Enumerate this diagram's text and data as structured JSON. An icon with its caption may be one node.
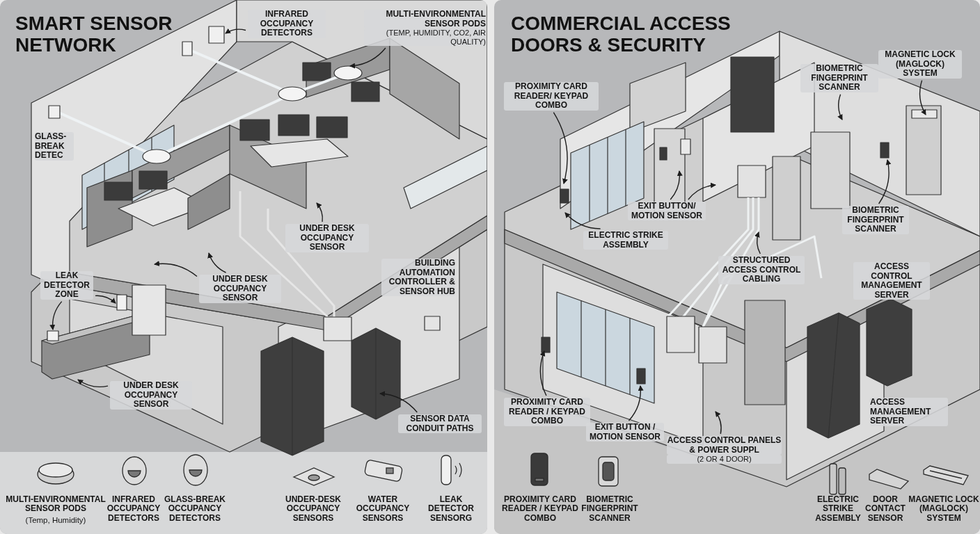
{
  "diagram": {
    "nodes": [
      {
        "text": [
          "SMART SENSOR NETWORK"
        ]
      },
      {
        "text": [
          "INFRARED OCCUPANCY DETECTORS"
        ],
        "in": 0
      },
      {
        "text": [
          "MULTI-ENVIRONMENTAL SENSOR PODS",
          "(TEMP, HUMIDITY, CO2, AIR QUALITY)"
        ],
        "in": 0
      },
      {
        "text": [
          "GLASS-BREAK DETEC"
        ],
        "in": 0
      },
      {
        "text": [
          "UNDER DESK OCCUPANCY SENSOR"
        ],
        "in": 0
      },
      {
        "text": [
          "UNDER DESK OCCUPANCY SENSOR"
        ],
        "in": 0
      },
      {
        "text": [
          "LEAK DETECTOR ZONE"
        ],
        "in": 0
      },
      {
        "text": [
          "BUILDING AUTOMATION CONTROLLER & SENSOR HUB"
        ],
        "in": 0
      },
      {
        "text": [
          "UNDER DESK OCCUPANCY SENSOR"
        ],
        "in": 0
      },
      {
        "text": [
          "SENSOR DATA CONDUIT PATHS"
        ],
        "in": 0
      },
      {
        "text": [
          "COMMERCIAL ACCESS DOORS & SECURITY"
        ]
      },
      {
        "text": [
          "PROXIMITY CARD READER/ KEYPAD COMBO"
        ],
        "in": 10
      },
      {
        "text": [
          "BIOMETRIC FINGERPRINT SCANNER"
        ],
        "in": 10
      },
      {
        "text": [
          "MAGNETIC LOCK (MAGLOCK) SYSTEM"
        ],
        "in": 10
      },
      {
        "text": [
          "EXIT BUTTON/ MOTION SENSOR"
        ],
        "in": 10
      },
      {
        "text": [
          "ELECTRIC STRIKE ASSEMBLY"
        ],
        "in": 10
      },
      {
        "text": [
          "BIOMETRIC FINGERPRINT SCANNER"
        ],
        "in": 10
      },
      {
        "text": [
          "STRUCTURED ACCESS CONTROL CABLING"
        ],
        "in": 10
      },
      {
        "text": [
          "ACCESS CONTROL MANAGEMENT SERVER"
        ],
        "in": 10
      },
      {
        "text": [
          "PROXIMITY CARD READER / KEYPAD COMBO"
        ],
        "in": 10
      },
      {
        "text": [
          "EXIT BUTTON / MOTION SENSOR"
        ],
        "in": 10
      },
      {
        "text": [
          "ACCESS CONTROL PANELS & POWER SUPPL",
          "(2 OR 4 DOOR)"
        ],
        "in": 10
      },
      {
        "text": [
          "ACCESS MANAGEMENT SERVER"
        ],
        "in": 10
      }
    ],
    "edges": [
      {
        "from": 1,
        "to": null,
        "arrow": "to"
      },
      {
        "from": 2,
        "to": null,
        "arrow": "to"
      },
      {
        "from": 4,
        "to": null,
        "arrow": "to"
      },
      {
        "from": 5,
        "to": null,
        "arrow": "to"
      },
      {
        "from": 5,
        "to": null,
        "arrow": "to"
      },
      {
        "from": 6,
        "to": null,
        "arrow": "to"
      },
      {
        "from": 6,
        "to": null,
        "arrow": "to"
      },
      {
        "from": 8,
        "to": null,
        "arrow": "to"
      },
      {
        "from": 9,
        "to": null,
        "arrow": "to"
      },
      {
        "from": 11,
        "to": null,
        "arrow": "to"
      },
      {
        "from": 12,
        "to": null,
        "arrow": "to"
      },
      {
        "from": 13,
        "to": null,
        "arrow": "to"
      },
      {
        "from": 14,
        "to": null,
        "arrow": "to"
      },
      {
        "from": 14,
        "to": null,
        "arrow": "to"
      },
      {
        "from": 15,
        "to": null,
        "arrow": "to"
      },
      {
        "from": 16,
        "to": null,
        "arrow": "to"
      },
      {
        "from": 17,
        "to": null,
        "arrow": "to"
      },
      {
        "from": 19,
        "to": null,
        "arrow": "to"
      },
      {
        "from": 20,
        "to": null,
        "arrow": "to"
      },
      {
        "from": 21,
        "to": null,
        "arrow": "to"
      }
    ],
    "labels": [
      "MULTI-ENVIRONMENTAL SENSOR PODS",
      "(Temp, Humidity)",
      "INFRARED OCCUPANCY DETECTORS",
      "GLASS-BREAK OCCUPANCY DETECTORS",
      "UNDER-DESK OCCUPANCY SENSORS",
      "WATER OCCUPANCY SENSORS",
      "LEAK DETECTOR SENSORG",
      "PROXIMITY CARD READER / KEYPAD COMBO",
      "BIOMETRIC FINGERPRINT SCANNER",
      "ELECTRIC STRIKE ASSEMBLY",
      "DOOR CONTACT SENSOR",
      "MAGNETIC LOCK (MAGLOCK) SYSTEM"
    ]
  }
}
